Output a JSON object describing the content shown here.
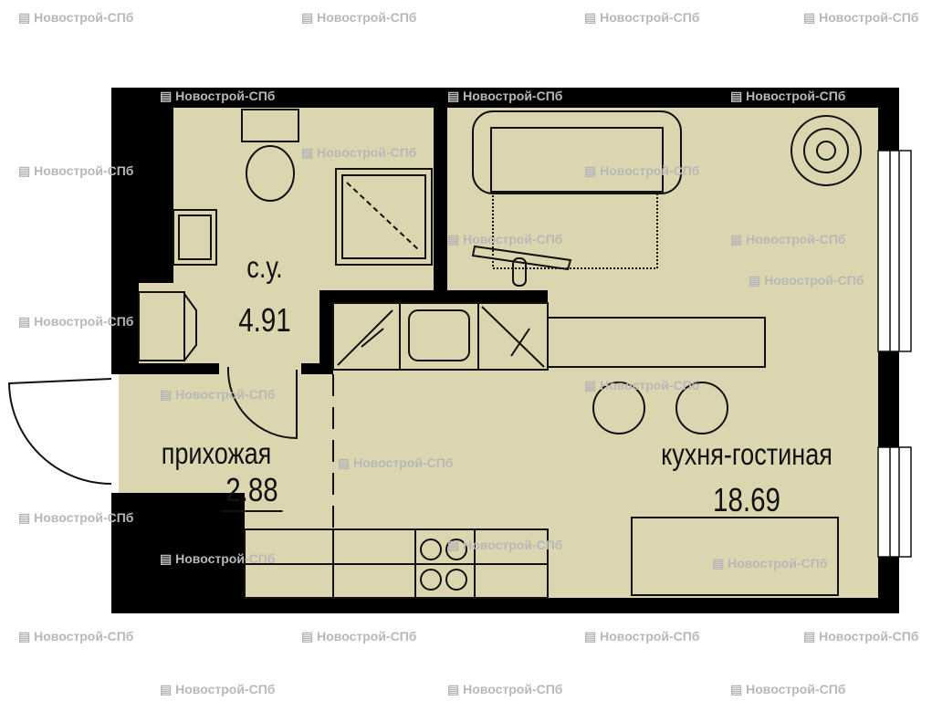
{
  "watermark": "Новострой-СПб",
  "colors": {
    "floor": "#dcd6b0",
    "wall": "#000000",
    "line": "#111111"
  },
  "rooms": [
    {
      "name": "с.у.",
      "area": "4.91"
    },
    {
      "name": "прихожая",
      "area": "2.88"
    },
    {
      "name": "кухня-гостиная",
      "area": "18.69"
    }
  ]
}
